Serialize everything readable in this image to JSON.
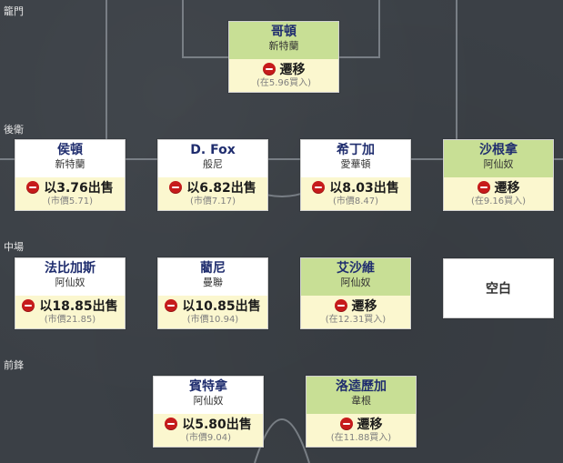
{
  "sections": {
    "goalkeeper": "籠門",
    "defense": "後衛",
    "midfield": "中場",
    "forward": "前鋒"
  },
  "players": {
    "gk1": {
      "name": "哥頓",
      "team": "新特蘭",
      "action": "遷移",
      "note": "(在5.96買入)"
    },
    "df1": {
      "name": "侯頓",
      "team": "新特蘭",
      "action": "以3.76出售",
      "note": "(市價5.71)"
    },
    "df2": {
      "name": "D. Fox",
      "team": "般尼",
      "action": "以6.82出售",
      "note": "(市價7.17)"
    },
    "df3": {
      "name": "希丁加",
      "team": "愛華頓",
      "action": "以8.03出售",
      "note": "(市價8.47)"
    },
    "df4": {
      "name": "沙根拿",
      "team": "阿仙奴",
      "action": "遷移",
      "note": "(在9.16買入)"
    },
    "md1": {
      "name": "法比加斯",
      "team": "阿仙奴",
      "action": "以18.85出售",
      "note": "(市價21.85)"
    },
    "md2": {
      "name": "藺尼",
      "team": "曼聯",
      "action": "以10.85出售",
      "note": "(市價10.94)"
    },
    "md3": {
      "name": "艾沙維",
      "team": "阿仙奴",
      "action": "遷移",
      "note": "(在12.31買入)"
    },
    "fw1": {
      "name": "賓特拿",
      "team": "阿仙奴",
      "action": "以5.80出售",
      "note": "(市價9.04)"
    },
    "fw2": {
      "name": "洛逵歷加",
      "team": "韋根",
      "action": "遷移",
      "note": "(在11.88買入)"
    }
  },
  "empty_slot": {
    "label": "空白"
  },
  "colors": {
    "background": "#3b4046",
    "owned_header": "#c8df95",
    "action_area": "#fbf7cf",
    "name_text": "#1f2d6e",
    "minus_icon": "#c61b1b"
  }
}
